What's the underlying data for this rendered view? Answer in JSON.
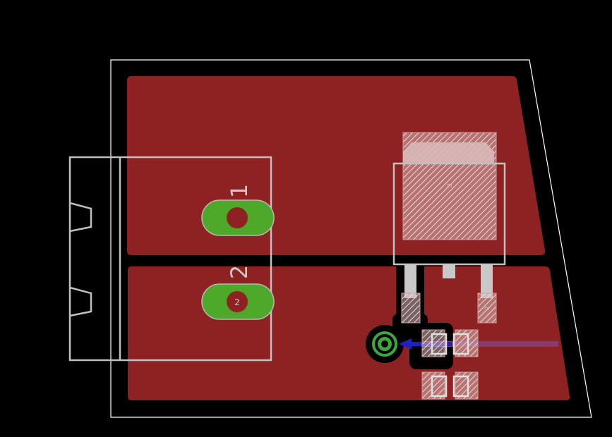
{
  "colors": {
    "background": "#000000",
    "copper_top": "#8e2222",
    "board_outline": "#ffffff",
    "silkscreen": "#c0c0c0",
    "pad_top": "#d4d4d4",
    "thru_pad": "#4ea82a",
    "via": "#3aa83a",
    "bottom_trace": "#2020c0",
    "trace_pink": "#8a3a6a"
  },
  "connector": {
    "pin1_label": "1",
    "pin2_label": "2",
    "pad2_label": "2"
  },
  "regulator": {
    "tab_label": "3",
    "pin2_label": "2"
  }
}
